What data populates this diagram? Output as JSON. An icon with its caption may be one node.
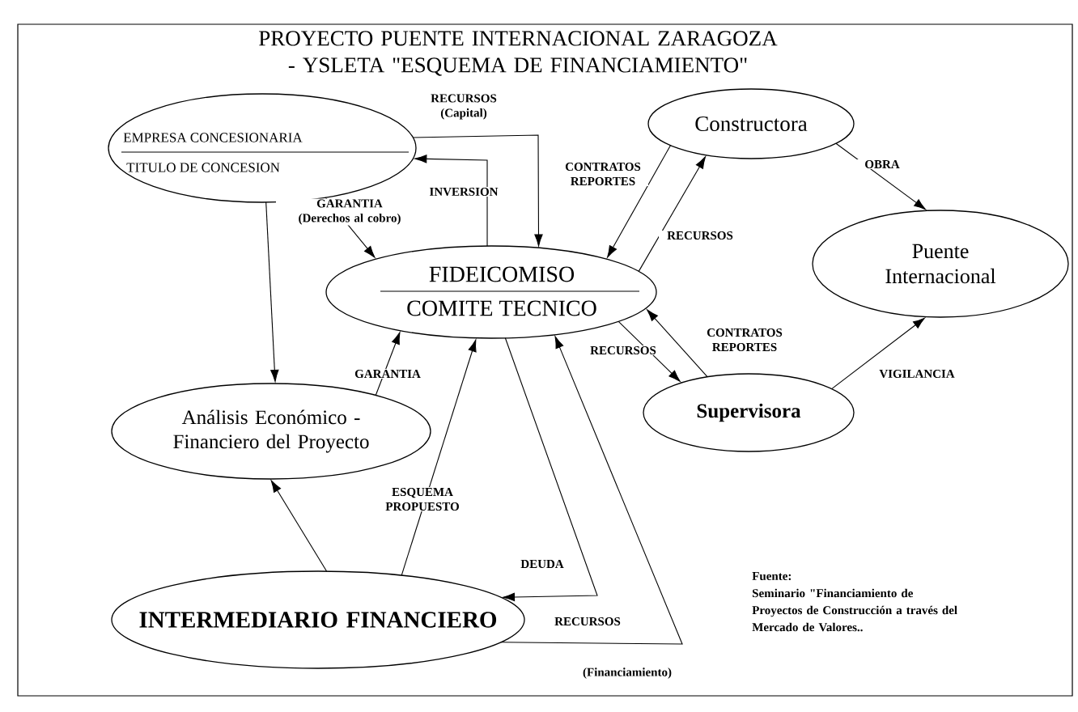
{
  "diagram": {
    "title": "PROYECTO PUENTE INTERNACIONAL ZARAGOZA - YSLETA \"ESQUEMA DE FINANCIAMIENTO\"",
    "nodes": [
      {
        "text": [
          "EMPRESA CONCESIONARIA",
          "TITULO DE CONCESION"
        ]
      },
      {
        "text": [
          "Constructora"
        ]
      },
      {
        "text": [
          "FIDEICOMISO",
          "COMITE TECNICO"
        ]
      },
      {
        "text": [
          "Puente Internacional"
        ]
      },
      {
        "text": [
          "Análisis Económico - Financiero del Proyecto"
        ]
      },
      {
        "text": [
          "Supervisora"
        ]
      },
      {
        "text": [
          "INTERMEDIARIO FINANCIERO"
        ]
      }
    ],
    "edges": [
      {
        "from": 0,
        "to": 2,
        "arrow": "to",
        "label": "RECURSOS (Capital)"
      },
      {
        "from": 2,
        "to": 0,
        "arrow": "to",
        "label": "INVERSION"
      },
      {
        "from": 0,
        "to": 2,
        "arrow": "to",
        "label": "GARANTIA (Derechos al cobro)"
      },
      {
        "from": 0,
        "to": 4,
        "arrow": "to"
      },
      {
        "from": 1,
        "to": 2,
        "arrow": "to",
        "label": "CONTRATOS REPORTES"
      },
      {
        "from": 2,
        "to": 1,
        "arrow": "to",
        "label": "RECURSOS"
      },
      {
        "from": 1,
        "to": 3,
        "arrow": "to",
        "label": "OBRA"
      },
      {
        "from": 5,
        "to": 2,
        "arrow": "to",
        "label": "CONTRATOS REPORTES"
      },
      {
        "from": 2,
        "to": 5,
        "arrow": "to",
        "label": "RECURSOS"
      },
      {
        "from": 5,
        "to": 3,
        "arrow": "to",
        "label": "VIGILANCIA"
      },
      {
        "from": 4,
        "to": 2,
        "arrow": "to",
        "label": "GARANTIA"
      },
      {
        "from": 6,
        "to": 4,
        "arrow": "to"
      },
      {
        "from": 6,
        "to": 2,
        "arrow": "to",
        "label": "ESQUEMA PROPUESTO"
      },
      {
        "from": 2,
        "to": 6,
        "arrow": "to",
        "label": "DEUDA"
      },
      {
        "from": 6,
        "to": 2,
        "arrow": "to",
        "label": "RECURSOS"
      }
    ],
    "labels": [
      "(Financiamiento)",
      "Fuente:",
      "Seminario \"Financiamiento de Proyectos de Construcción a través del Mercado de Valores.."
    ]
  }
}
